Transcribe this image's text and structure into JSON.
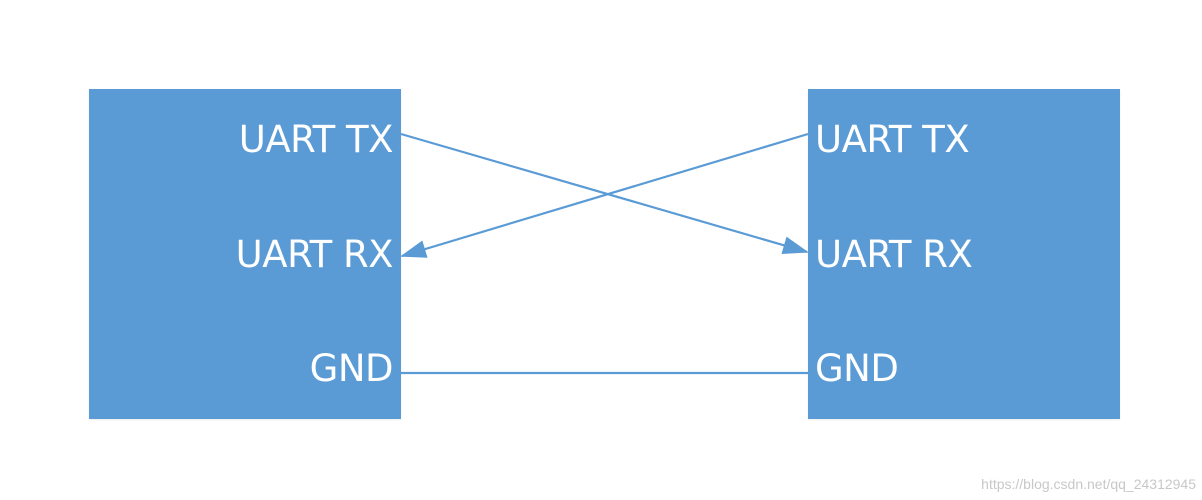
{
  "devices": {
    "left": {
      "pins": {
        "tx": "UART TX",
        "rx": "UART RX",
        "gnd": "GND"
      }
    },
    "right": {
      "pins": {
        "tx": "UART TX",
        "rx": "UART RX",
        "gnd": "GND"
      }
    }
  },
  "connections": [
    {
      "from": "left.tx",
      "to": "right.rx",
      "arrow": "to"
    },
    {
      "from": "right.tx",
      "to": "left.rx",
      "arrow": "to"
    },
    {
      "from": "left.gnd",
      "to": "right.gnd",
      "arrow": "none"
    }
  ],
  "colors": {
    "device_fill": "#5b9bd5",
    "wire": "#5b9bd5",
    "label_text": "#ffffff",
    "background": "#ffffff",
    "watermark": "#c8c8c8"
  },
  "watermark": "https://blog.csdn.net/qq_24312945"
}
